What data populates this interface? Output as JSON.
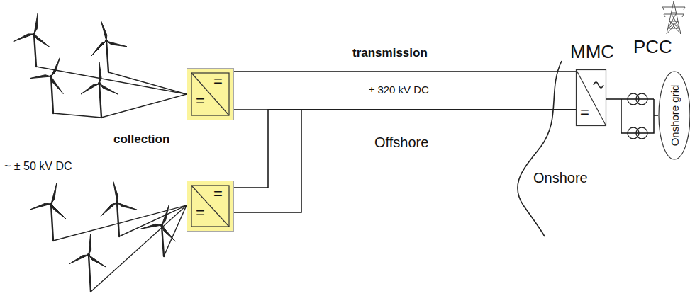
{
  "diagram": {
    "nodes": [
      {
        "text": [
          "=",
          "="
        ]
      },
      {
        "text": [
          "=",
          "="
        ]
      },
      {
        "text": [
          "MMC",
          "="
        ]
      },
      {
        "text": [
          "Onshore grid"
        ]
      }
    ],
    "edges": [
      {
        "from": 0,
        "to": 2,
        "arrow": "none"
      },
      {
        "from": 1,
        "to": 2,
        "arrow": "none"
      },
      {
        "from": 2,
        "to": 3,
        "arrow": "none"
      }
    ],
    "labels": [
      "transmission",
      "± 320 kV DC",
      "Offshore",
      "Onshore",
      "collection",
      "~ ± 50 kV DC",
      "PCC"
    ]
  }
}
